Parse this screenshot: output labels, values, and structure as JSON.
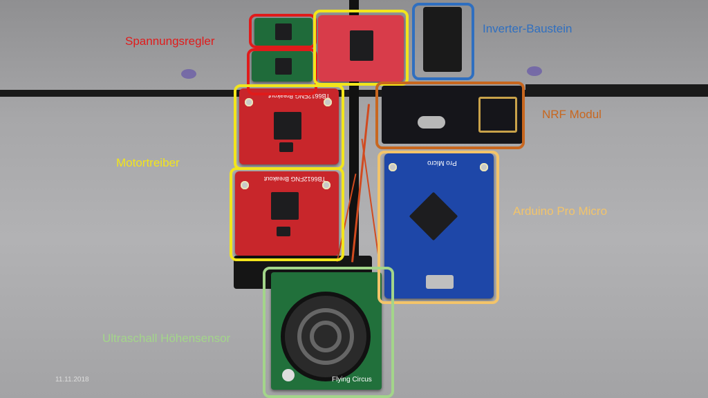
{
  "labels": {
    "spannungsregler": "Spannungsregler",
    "inverter": "Inverter-Baustein",
    "nrf": "NRF Modul",
    "motortreiber": "Motortreiber",
    "arduino": "Arduino Pro Micro",
    "ultraschall": "Ultraschall Höhensensor"
  },
  "footer": {
    "date": "11.11.2018",
    "title": "Flying Circus"
  },
  "board_text": {
    "breakout_1": "TB6612FNG Breakout",
    "breakout_2": "TB6612FNG Breakout",
    "pro_micro": "Pro Micro"
  },
  "colors": {
    "red": "#e01b1b",
    "yellow": "#f2e51c",
    "blue": "#2f6fc0",
    "orange": "#c8671f",
    "amber": "#f3c46a",
    "green": "#a3d58a"
  }
}
